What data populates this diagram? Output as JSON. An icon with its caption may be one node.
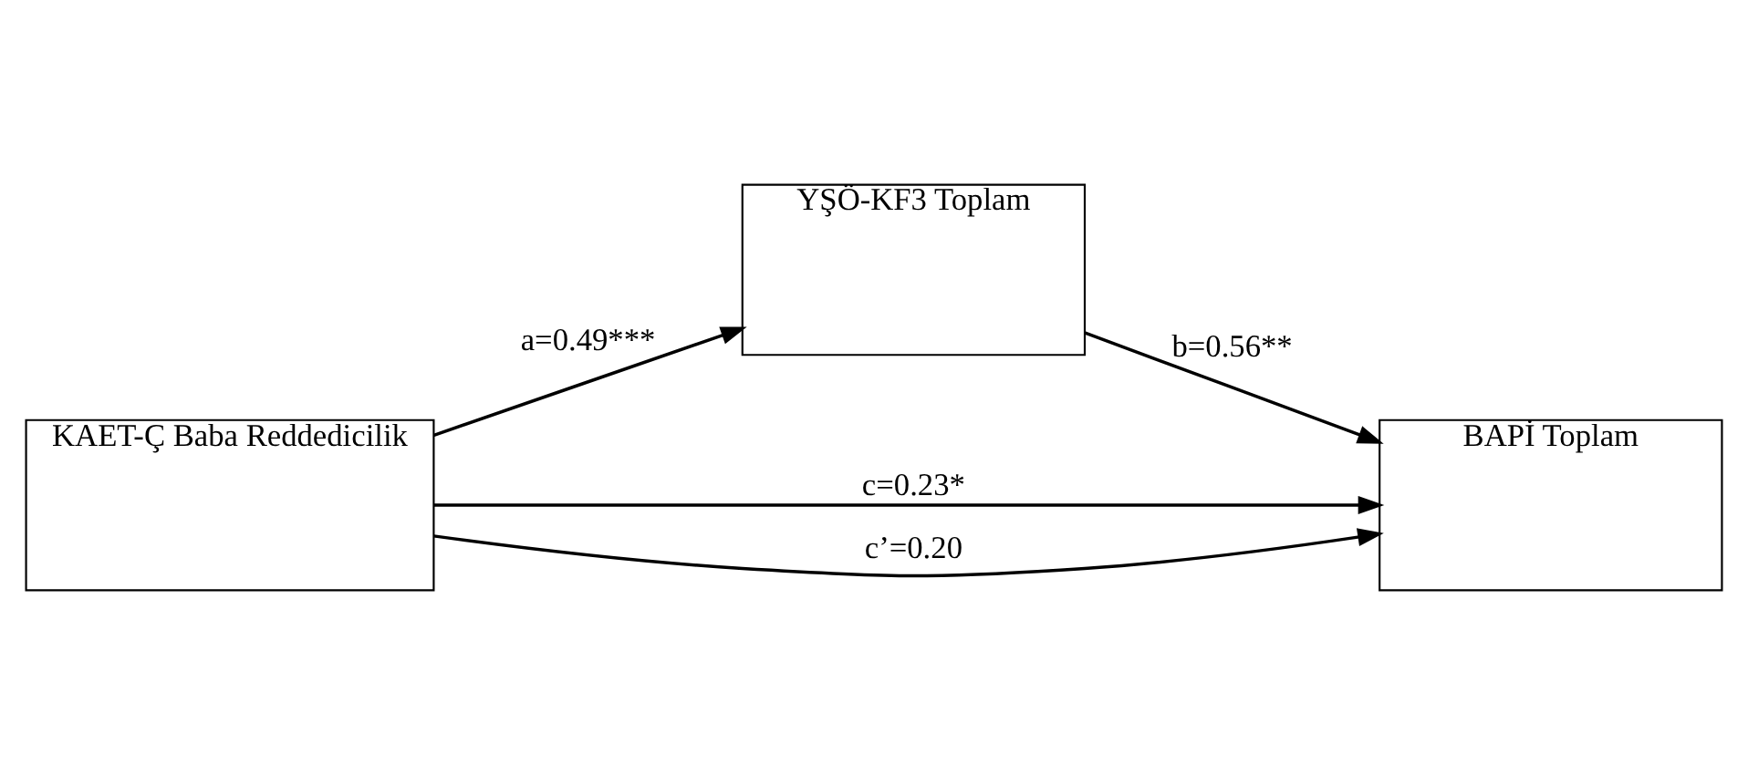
{
  "diagram": {
    "nodes": [
      {
        "text": [
          "YŞÖ-KF3 Toplam"
        ]
      },
      {
        "text": [
          "KAET-Ç Baba Reddedicilik"
        ]
      },
      {
        "text": [
          "BAPİ Toplam"
        ]
      }
    ],
    "edges": [
      {
        "from": 1,
        "to": 0,
        "arrow": "to",
        "label": "a=0.49***"
      },
      {
        "from": 0,
        "to": 2,
        "arrow": "to",
        "label": "b=0.56**"
      },
      {
        "from": 1,
        "to": 2,
        "arrow": "to",
        "label": "c=0.23*"
      },
      {
        "from": 1,
        "to": 2,
        "arrow": "to",
        "label": "c’=0.20"
      }
    ]
  }
}
